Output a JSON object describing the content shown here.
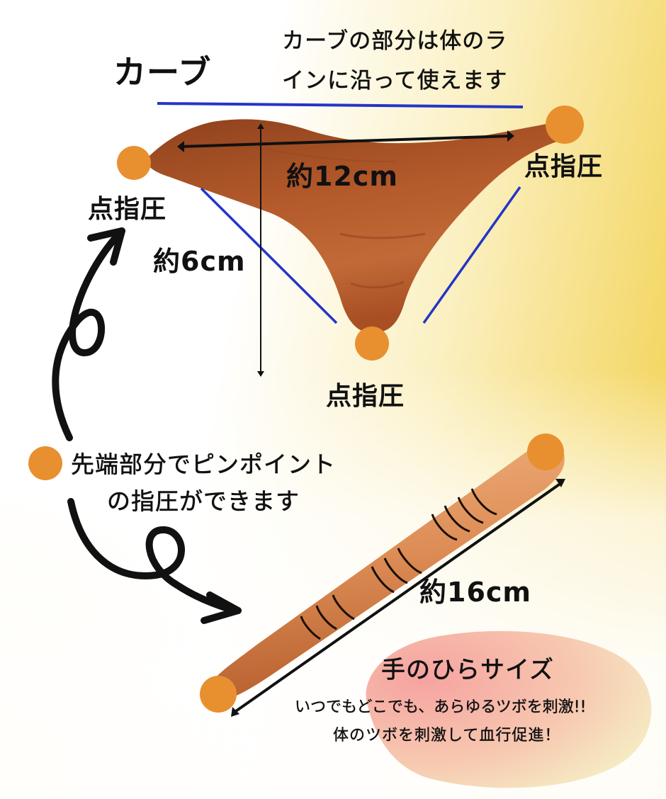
{
  "colors": {
    "wood_dark": "#8a3d1a",
    "wood_mid": "#b0562a",
    "wood_light": "#d98a55",
    "stick_light": "#e8a06a",
    "marker_orange": "#e8902f",
    "guide_blue": "#2335c8",
    "bg_yellow": "#f1cf52",
    "blob_pink": "#f6a9a0",
    "blob_cream": "#f7e7bf"
  },
  "curve_section": {
    "title": "カーブ",
    "description_line1": "カーブの部分は体のラ",
    "description_line2": "インに沿って使えます"
  },
  "triangle_tool": {
    "width_label": "約12cm",
    "height_label": "約6cm",
    "point_labels": [
      "点指圧",
      "点指圧",
      "点指圧"
    ]
  },
  "stick_tool": {
    "tip_text_line1": "先端部分でピンポイント",
    "tip_text_line2": "の指圧ができます",
    "length_label": "約16cm"
  },
  "palm_section": {
    "title": "手のひらサイズ",
    "line1": "いつでもどこでも、あらゆるツボを刺激!!",
    "line2": "体のツボを刺激して血行促進！"
  }
}
